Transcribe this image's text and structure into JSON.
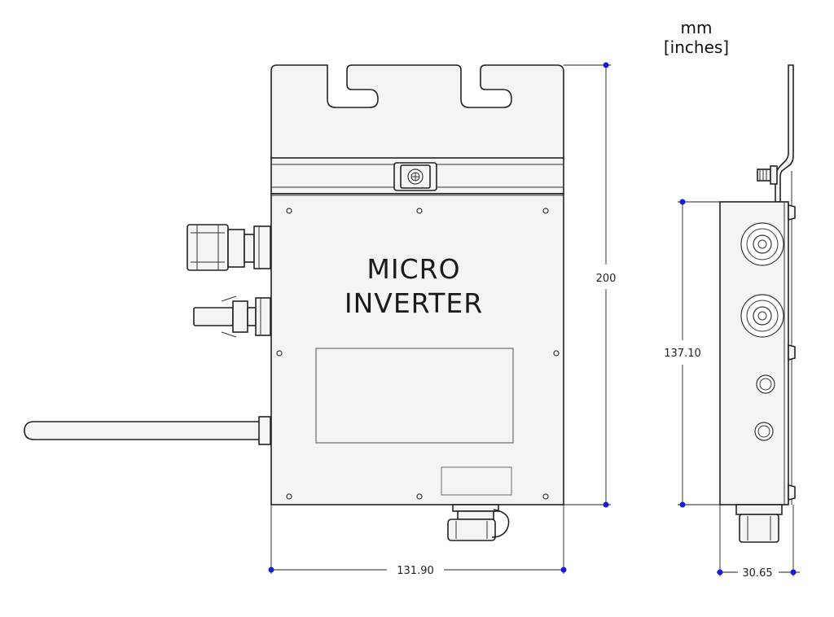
{
  "units": {
    "primary": "mm",
    "secondary": "[inches]"
  },
  "front_view": {
    "label_line1": "MICRO",
    "label_line2": "INVERTER",
    "height_dim": "200",
    "width_dim": "131.90"
  },
  "side_view": {
    "height_dim": "137.10",
    "depth_dim": "30.65"
  },
  "colors": {
    "dimension_point": "#1a1adc",
    "line": "#222222",
    "body_fill": "#f4f4f4"
  }
}
